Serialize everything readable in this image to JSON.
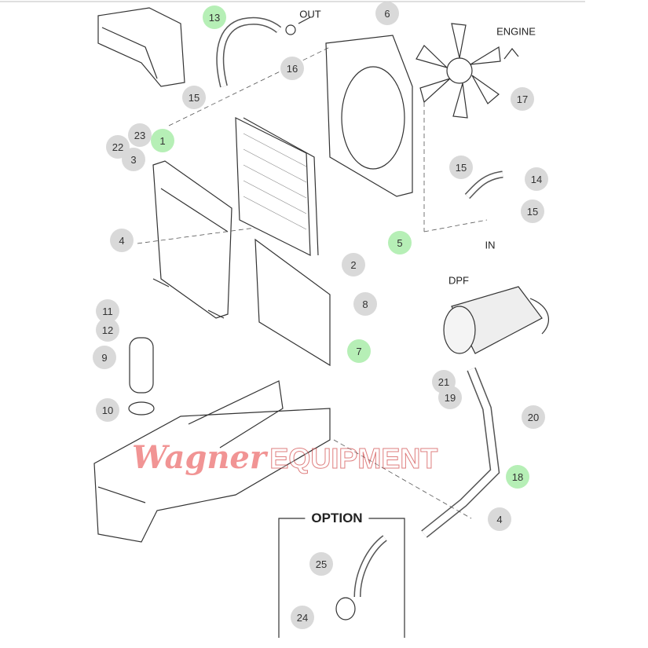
{
  "diagram": {
    "labels": {
      "out": "OUT",
      "engine": "ENGINE",
      "in": "IN",
      "dpf": "DPF",
      "option": "OPTION"
    },
    "callouts": [
      {
        "id": "13",
        "kind": "green"
      },
      {
        "id": "6",
        "kind": "grey"
      },
      {
        "id": "16",
        "kind": "grey"
      },
      {
        "id": "15",
        "kind": "grey"
      },
      {
        "id": "17",
        "kind": "grey"
      },
      {
        "id": "23",
        "kind": "grey"
      },
      {
        "id": "22",
        "kind": "grey"
      },
      {
        "id": "1",
        "kind": "green"
      },
      {
        "id": "3",
        "kind": "grey"
      },
      {
        "id": "15",
        "kind": "grey"
      },
      {
        "id": "14",
        "kind": "grey"
      },
      {
        "id": "15",
        "kind": "grey"
      },
      {
        "id": "4",
        "kind": "grey"
      },
      {
        "id": "5",
        "kind": "green"
      },
      {
        "id": "2",
        "kind": "grey"
      },
      {
        "id": "8",
        "kind": "grey"
      },
      {
        "id": "11",
        "kind": "grey"
      },
      {
        "id": "12",
        "kind": "grey"
      },
      {
        "id": "9",
        "kind": "grey"
      },
      {
        "id": "7",
        "kind": "green"
      },
      {
        "id": "21",
        "kind": "grey"
      },
      {
        "id": "19",
        "kind": "grey"
      },
      {
        "id": "20",
        "kind": "grey"
      },
      {
        "id": "10",
        "kind": "grey"
      },
      {
        "id": "18",
        "kind": "green"
      },
      {
        "id": "4",
        "kind": "grey"
      },
      {
        "id": "25",
        "kind": "grey"
      },
      {
        "id": "24",
        "kind": "grey"
      }
    ],
    "watermark": {
      "script": "Wagner",
      "block": "EQUIPMENT"
    }
  }
}
